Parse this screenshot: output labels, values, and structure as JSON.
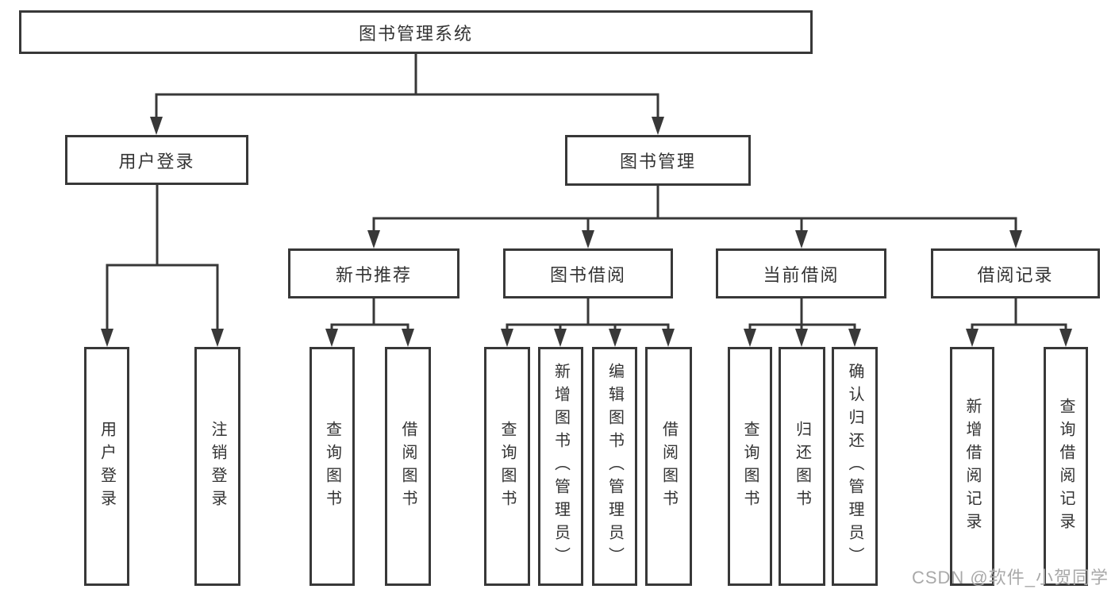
{
  "diagram": {
    "type": "tree",
    "title": "图书管理系统",
    "level2": [
      {
        "label": "用户登录"
      },
      {
        "label": "图书管理"
      }
    ],
    "level3": [
      {
        "label": "新书推荐",
        "parent": "图书管理"
      },
      {
        "label": "图书借阅",
        "parent": "图书管理"
      },
      {
        "label": "当前借阅",
        "parent": "图书管理"
      },
      {
        "label": "借阅记录",
        "parent": "图书管理"
      }
    ],
    "leaves": [
      {
        "label": "用户登录",
        "parent": "用户登录"
      },
      {
        "label": "注销登录",
        "parent": "用户登录"
      },
      {
        "label": "查询图书",
        "parent": "新书推荐"
      },
      {
        "label": "借阅图书",
        "parent": "新书推荐"
      },
      {
        "label": "查询图书",
        "parent": "图书借阅"
      },
      {
        "label": "新增图书（管理员）",
        "parent": "图书借阅"
      },
      {
        "label": "编辑图书（管理员）",
        "parent": "图书借阅"
      },
      {
        "label": "借阅图书",
        "parent": "图书借阅"
      },
      {
        "label": "查询图书",
        "parent": "当前借阅"
      },
      {
        "label": "归还图书",
        "parent": "当前借阅"
      },
      {
        "label": "确认归还（管理员）",
        "parent": "当前借阅"
      },
      {
        "label": "新增借阅记录",
        "parent": "借阅记录"
      },
      {
        "label": "查询借阅记录",
        "parent": "借阅记录"
      }
    ]
  },
  "watermark": "CSDN @软件_小贺同学",
  "colors": {
    "line": "#383838",
    "text": "#333333",
    "watermark": "#a9a9a9",
    "background": "#ffffff"
  }
}
